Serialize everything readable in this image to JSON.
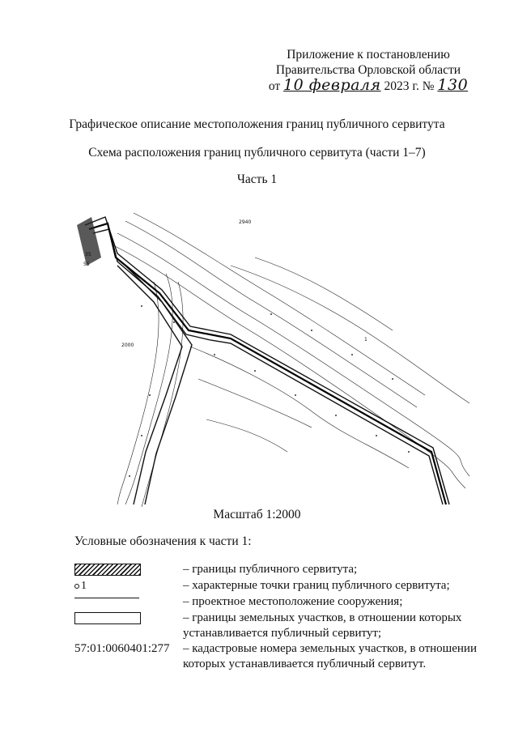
{
  "header": {
    "line1": "Приложение к постановлению",
    "line2": "Правительства Орловской области",
    "prefix_ot": "от",
    "handwritten_date": "10 февраля",
    "year_part": "2023 г. №",
    "handwritten_number": "130"
  },
  "titles": {
    "main": "Графическое описание местоположения границ публичного сервитута",
    "scheme": "Схема расположения границ публичного сервитута (части 1–7)",
    "part": "Часть 1"
  },
  "map": {
    "labels": {
      "point_35": "35",
      "point_55": "55",
      "point_1": "1",
      "point_2000": "2000",
      "point_2940": "2940"
    }
  },
  "scale": "Масштаб 1:2000",
  "legend": {
    "title": "Условные обозначения к части 1:",
    "point_number": "1",
    "cadastral_example": "57:01:0060401:277",
    "items": [
      "– границы публичного сервитута;",
      "– характерные точки границ публичного сервитута;",
      "– проектное местоположение сооружения;",
      "– границы земельных участков, в отношении которых устанавливается публичный сервитут;",
      "– кадастровые номера земельных участков, в отношении которых устанавливается публичный сервитут."
    ]
  }
}
